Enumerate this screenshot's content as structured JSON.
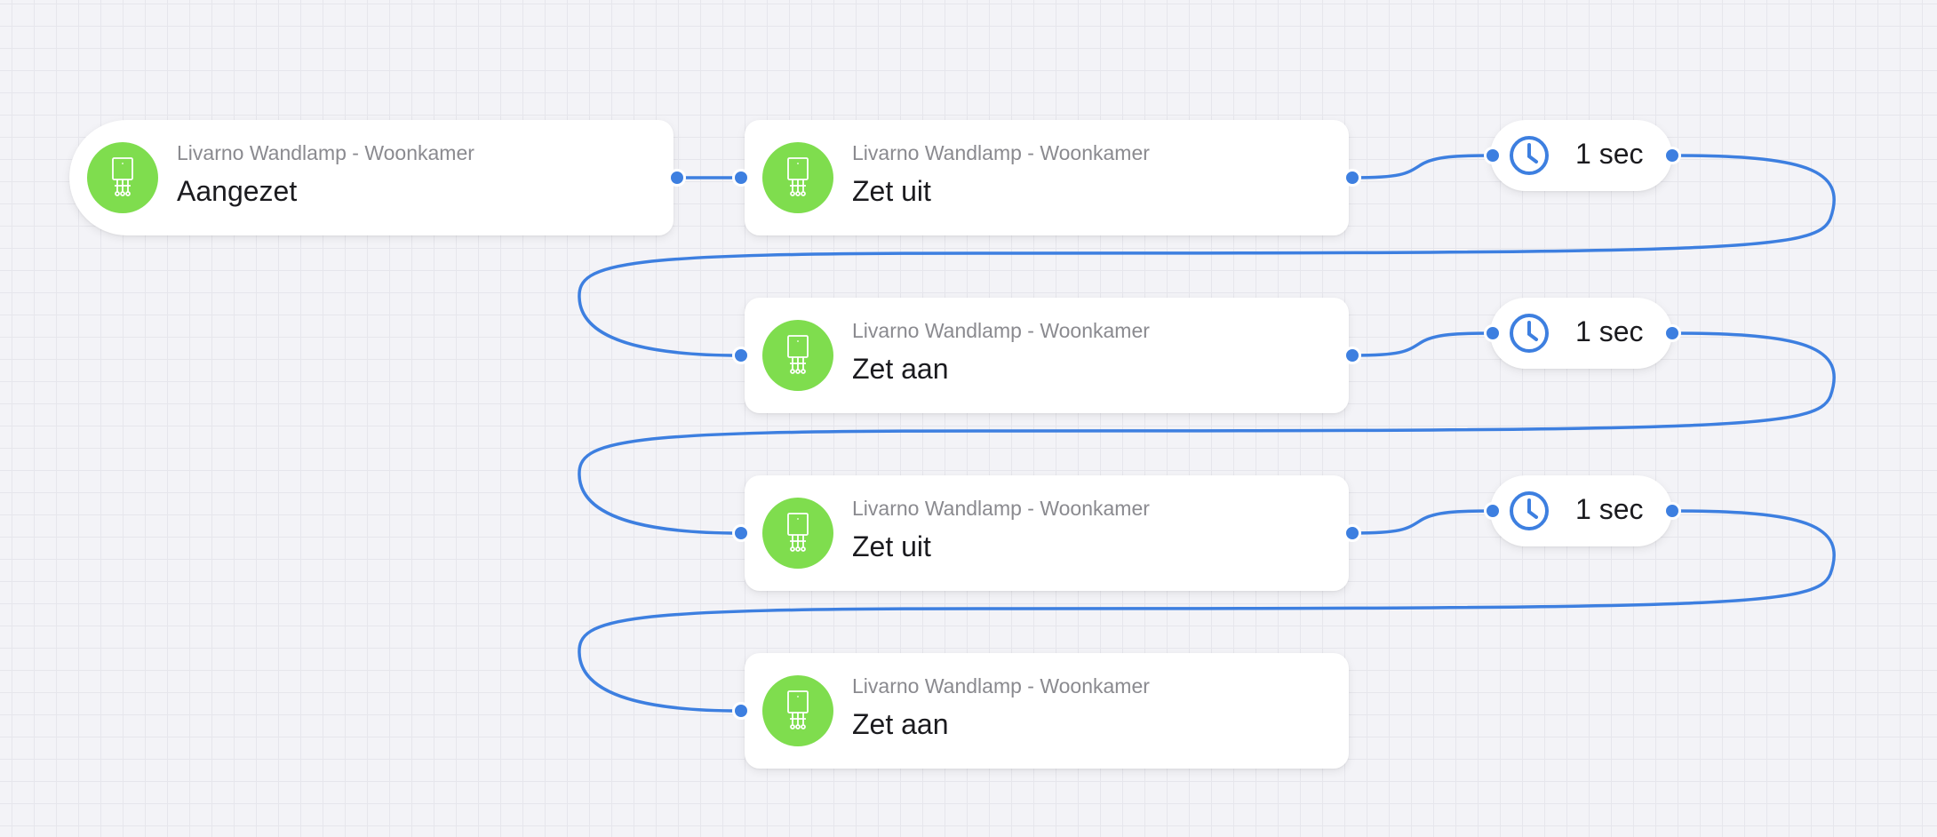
{
  "colors": {
    "background": "#f3f3f7",
    "wire": "#3d7fe0",
    "device_icon": "#7fdd4e",
    "card": "#ffffff"
  },
  "flow": {
    "trigger": {
      "device": "Livarno Wandlamp - Woonkamer",
      "action": "Aangezet",
      "icon": "light-switch-icon"
    },
    "actions": [
      {
        "device": "Livarno Wandlamp - Woonkamer",
        "action": "Zet uit",
        "icon": "light-switch-icon"
      },
      {
        "device": "Livarno Wandlamp - Woonkamer",
        "action": "Zet aan",
        "icon": "light-switch-icon"
      },
      {
        "device": "Livarno Wandlamp - Woonkamer",
        "action": "Zet uit",
        "icon": "light-switch-icon"
      },
      {
        "device": "Livarno Wandlamp - Woonkamer",
        "action": "Zet aan",
        "icon": "light-switch-icon"
      }
    ],
    "delays": [
      {
        "label": "1 sec",
        "icon": "clock-icon"
      },
      {
        "label": "1 sec",
        "icon": "clock-icon"
      },
      {
        "label": "1 sec",
        "icon": "clock-icon"
      }
    ]
  }
}
